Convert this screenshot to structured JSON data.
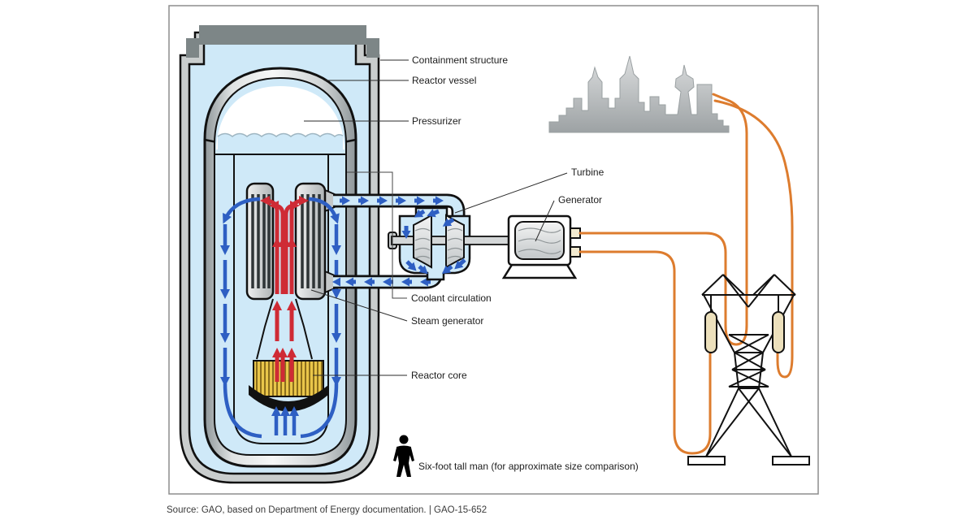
{
  "figure": {
    "labels": {
      "containment_structure": "Containment structure",
      "reactor_vessel": "Reactor vessel",
      "pressurizer": "Pressurizer",
      "turbine": "Turbine",
      "generator": "Generator",
      "coolant_circulation": "Coolant circulation",
      "steam_generator": "Steam generator",
      "reactor_core": "Reactor core",
      "size_comparison": "Six-foot tall man (for approximate size comparison)"
    },
    "source_line": "Source: GAO, based on Department of Energy documentation.  |  GAO-15-652",
    "colors": {
      "hot": "#cf2b35",
      "cold": "#2e5fc3",
      "wire": "#dd7c2e",
      "coolant": "#cfe9f8",
      "core_yellow": "#e9c64a",
      "lid_gray": "#7d8687",
      "wall_gray": "#c9cdcd",
      "insulator": "#ece0bc"
    }
  }
}
